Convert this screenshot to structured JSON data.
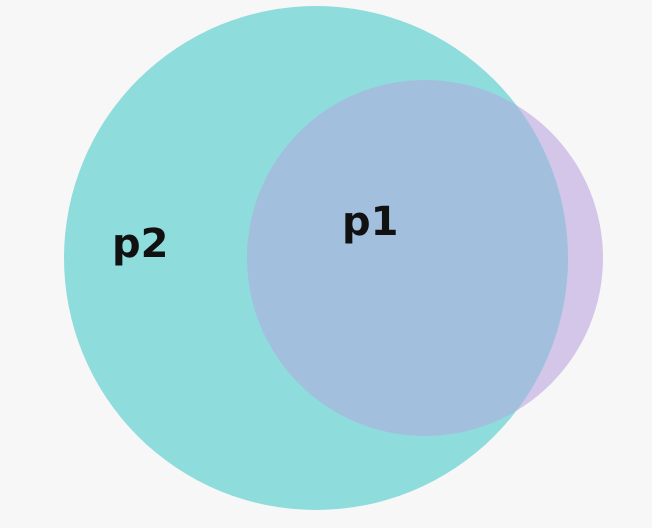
{
  "diagram": {
    "type": "venn",
    "sets": [
      {
        "id": "p2",
        "label": "p2",
        "color": "#8fdcdc",
        "role": "outer"
      },
      {
        "id": "p1",
        "label": "p1",
        "color": "#d3c6e8",
        "role": "inner"
      }
    ],
    "overlap_color": "#a2bfde",
    "background": "#f7f7f8"
  }
}
